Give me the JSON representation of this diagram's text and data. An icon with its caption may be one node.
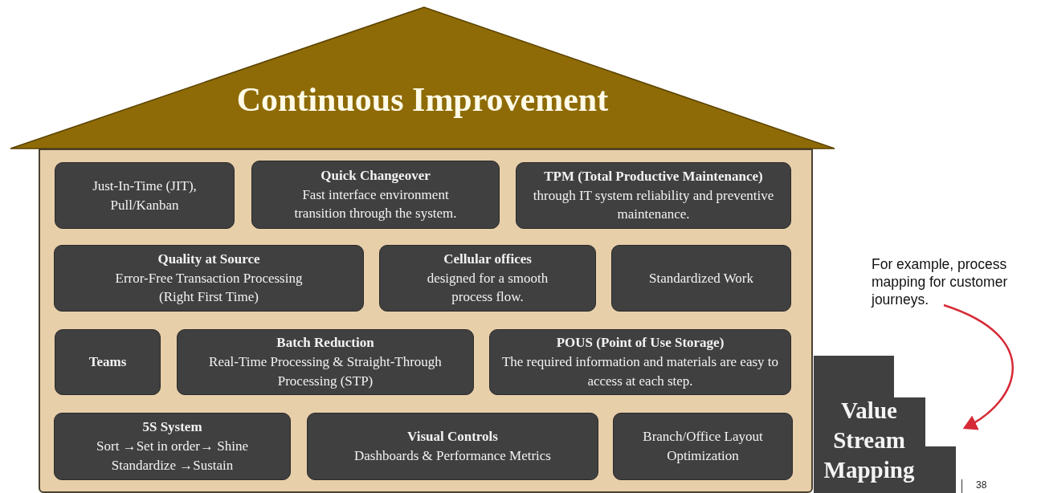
{
  "diagram": {
    "nodes": [
      {
        "text": [
          "Continuous Improvement"
        ]
      },
      {
        "text": [],
        "shape": "box"
      },
      {
        "text": [
          "Just-In-Time (JIT), Pull/Kanban"
        ],
        "in": 1
      },
      {
        "text": [
          "Quick Changeover",
          "Fast interface environment transition through the system."
        ],
        "in": 1
      },
      {
        "text": [
          "TPM (Total Productive Maintenance)",
          "through IT system reliability and preventive maintenance."
        ],
        "in": 1
      },
      {
        "text": [
          "Quality at Source",
          "Error-Free Transaction Processing (Right First Time)"
        ],
        "in": 1
      },
      {
        "text": [
          "Cellular offices",
          "designed for a smooth process flow."
        ],
        "in": 1
      },
      {
        "text": [
          "Standardized Work"
        ],
        "in": 1
      },
      {
        "text": [
          "Teams"
        ],
        "in": 1
      },
      {
        "text": [
          "Batch Reduction",
          "Real-Time Processing & Straight-Through Processing (STP)"
        ],
        "in": 1
      },
      {
        "text": [
          "POUS (Point of Use Storage)",
          "The required information and materials are easy to access at each step."
        ],
        "in": 1
      },
      {
        "text": [
          "5S System",
          "Sort →Set in order→ Shine Standardize →Sustain"
        ],
        "in": 1
      },
      {
        "text": [
          "Visual Controls",
          "Dashboards & Performance Metrics"
        ],
        "in": 1
      },
      {
        "text": [
          "Branch/Office Layout Optimization"
        ],
        "in": 1
      },
      {
        "text": [
          "Value Stream Mapping"
        ]
      },
      {
        "text": [
          "For example, process mapping for customer journeys."
        ]
      }
    ],
    "edges": [
      {
        "from": 15,
        "to": 14,
        "arrow": "to",
        "color": "#d62a36"
      }
    ],
    "labels": [
      "38"
    ]
  }
}
